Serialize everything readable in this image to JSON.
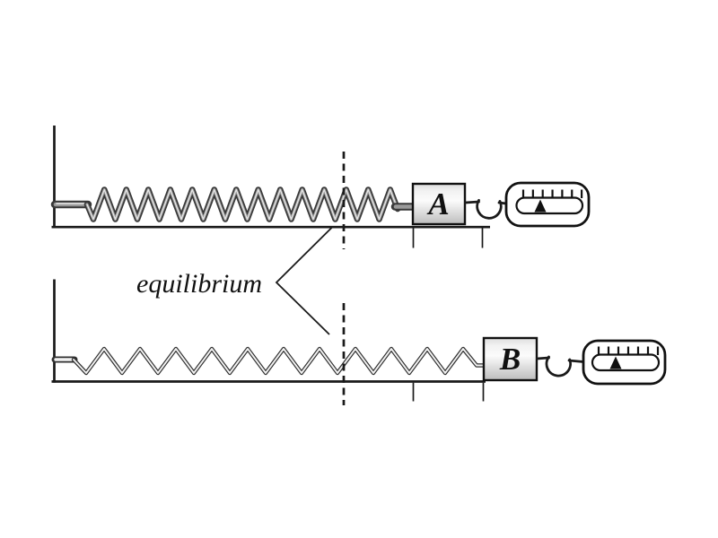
{
  "figure": {
    "type": "physics-diagram",
    "description": "Two horizontal spring systems at their equilibrium positions, each spring fixed to a wall and attached to a block pulled by a hook connected to a spring scale",
    "equilibrium_label": "equilibrium",
    "top_system": {
      "block_label": "A",
      "spring_style": "helical coil spring",
      "coil_count": 14,
      "gauge_tick_count": 7
    },
    "bottom_system": {
      "block_label": "B",
      "spring_style": "zigzag spring",
      "zigzag_count": 11,
      "gauge_tick_count": 7
    },
    "colors": {
      "background": "#ffffff",
      "ink": "#1a1a1a",
      "spring_edge": "#383838",
      "spring_highlight": "#e9e9e9",
      "block_fill_light": "#fbfbfb",
      "block_fill_dark": "#bdbdbd",
      "pointer_fill": "#111111"
    }
  }
}
